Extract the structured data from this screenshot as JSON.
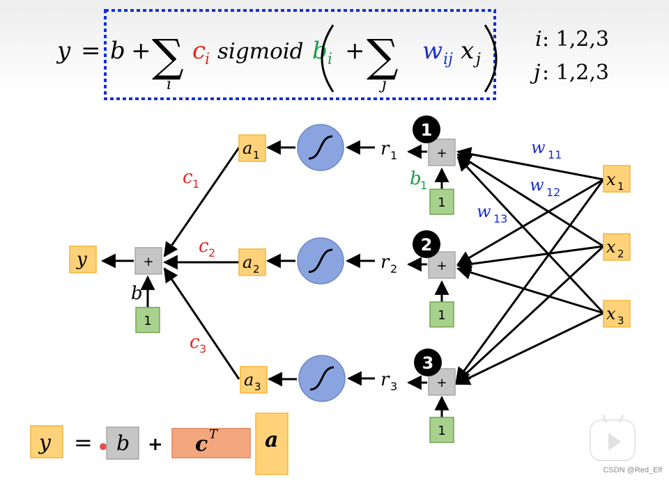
{
  "formula": {
    "y": "y",
    "eq": "=",
    "b": "b",
    "plus": "+",
    "sum": "∑",
    "sub_i": "i",
    "c": "c",
    "ci_sub": "i",
    "sigmoid": "sigmoid",
    "bi": "b",
    "bi_sub": "i",
    "plus2": "+",
    "sum2": "∑",
    "sub_j": "j",
    "w": "w",
    "w_sub": "ij",
    "x": "x",
    "x_sub": "j",
    "idx_i": "i",
    "idx_i_vals": ": 1,2,3",
    "idx_j": "j",
    "idx_j_vals": ": 1,2,3"
  },
  "diagram": {
    "a_nodes": [
      {
        "letter": "a",
        "sub": "1"
      },
      {
        "letter": "a",
        "sub": "2"
      },
      {
        "letter": "a",
        "sub": "3"
      }
    ],
    "r_labels": [
      {
        "letter": "r",
        "sub": "1"
      },
      {
        "letter": "r",
        "sub": "2"
      },
      {
        "letter": "r",
        "sub": "3"
      }
    ],
    "x_nodes": [
      {
        "letter": "x",
        "sub": "1"
      },
      {
        "letter": "x",
        "sub": "2"
      },
      {
        "letter": "x",
        "sub": "3"
      }
    ],
    "c_labels": [
      {
        "letter": "c",
        "sub": "1"
      },
      {
        "letter": "c",
        "sub": "2"
      },
      {
        "letter": "c",
        "sub": "3"
      }
    ],
    "w_labels": [
      {
        "letter": "w",
        "sub": "11"
      },
      {
        "letter": "w",
        "sub": "12"
      },
      {
        "letter": "w",
        "sub": "13"
      }
    ],
    "neuron_numbers": [
      "1",
      "2",
      "3"
    ],
    "plus_sign": "+",
    "one_value": "1",
    "b1": {
      "letter": "b",
      "sub": "1"
    },
    "output_y": "y",
    "b_label": "b"
  },
  "bottom_eq": {
    "y": "y",
    "eq": "=",
    "b": "b",
    "plus": "+",
    "c": "c",
    "c_sup": "T",
    "a": "a"
  },
  "watermark": "CSDN @Red_Elf",
  "colors": {
    "red": "#e0281e",
    "green": "#1e9a4a",
    "blue": "#1a2ecc",
    "orange_box": "#ffd27a",
    "orange_border": "#f5b534",
    "gray_box": "#c6c6c6",
    "green_box": "#a9d18e",
    "sigmoid_fill": "#8aa4e0",
    "dotted_border": "#1530d8"
  }
}
